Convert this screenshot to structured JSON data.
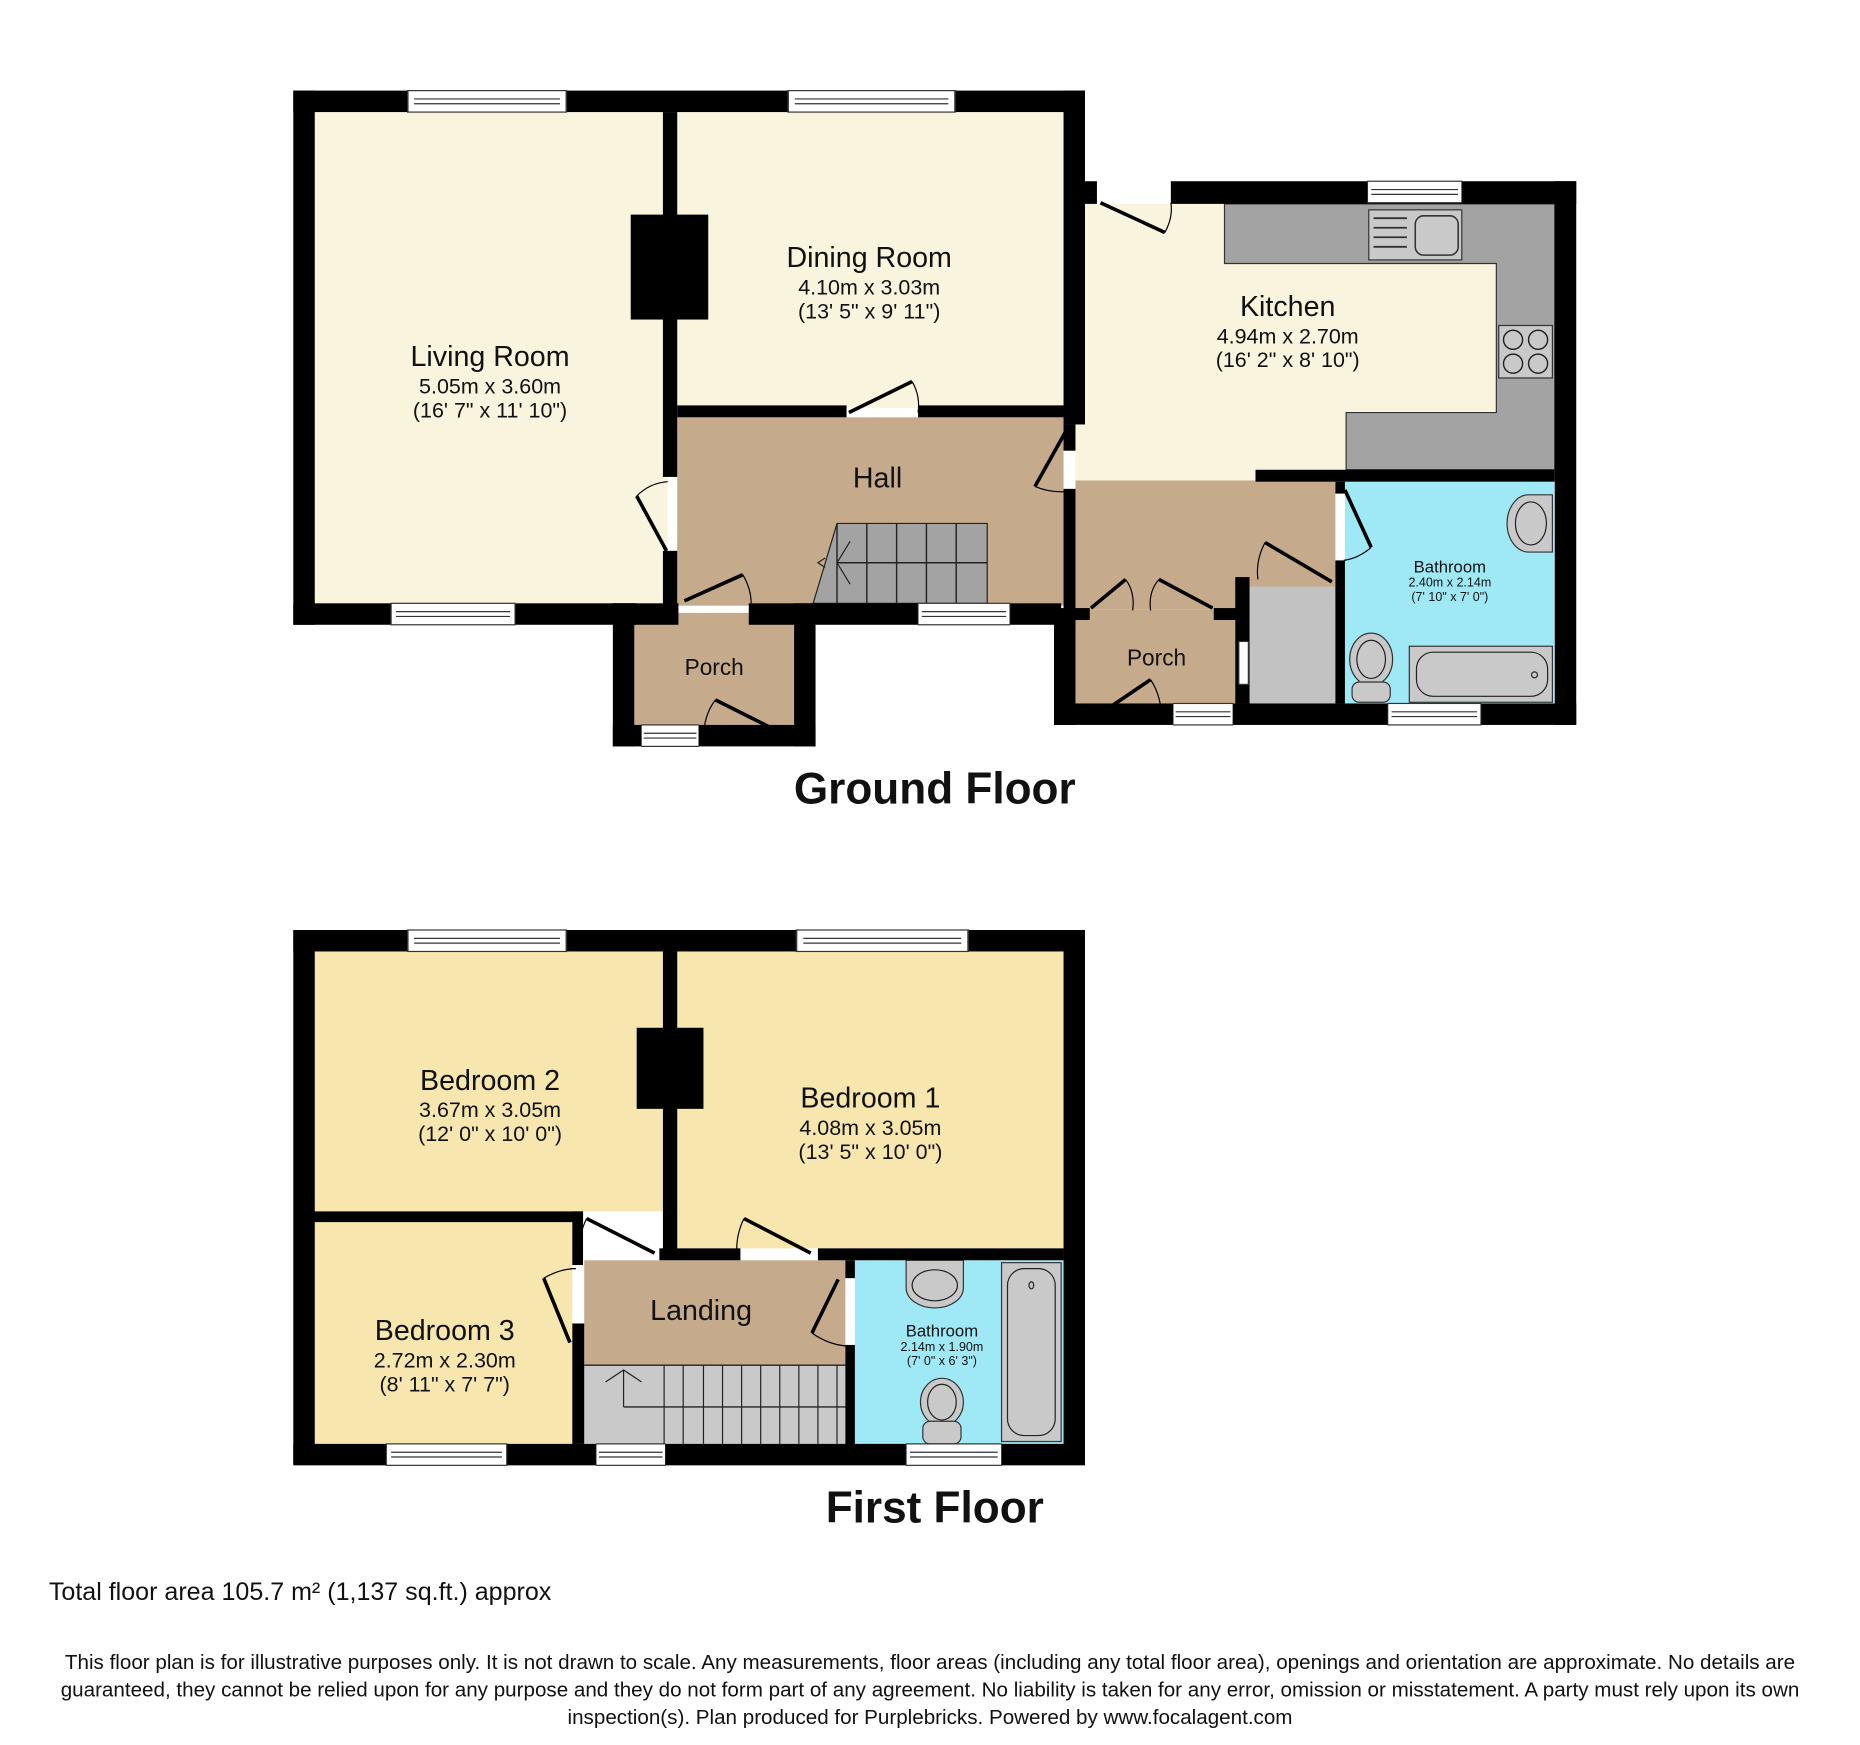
{
  "ground_floor": {
    "title": "Ground Floor",
    "rooms": {
      "living_room": {
        "name": "Living Room",
        "metric": "5.05m x 3.60m",
        "imperial": "(16' 7\" x 11' 10\")"
      },
      "dining_room": {
        "name": "Dining Room",
        "metric": "4.10m x 3.03m",
        "imperial": "(13' 5\" x 9' 11\")"
      },
      "kitchen": {
        "name": "Kitchen",
        "metric": "4.94m x 2.70m",
        "imperial": "(16' 2\" x 8' 10\")"
      },
      "hall": {
        "name": "Hall"
      },
      "porch_front": {
        "name": "Porch"
      },
      "porch_rear": {
        "name": "Porch"
      },
      "bathroom": {
        "name": "Bathroom",
        "metric": "2.40m x 2.14m",
        "imperial": "(7' 10\" x 7' 0\")"
      }
    }
  },
  "first_floor": {
    "title": "First Floor",
    "rooms": {
      "bedroom_2": {
        "name": "Bedroom 2",
        "metric": "3.67m x 3.05m",
        "imperial": "(12' 0\" x 10' 0\")"
      },
      "bedroom_1": {
        "name": "Bedroom 1",
        "metric": "4.08m x 3.05m",
        "imperial": "(13' 5\" x 10' 0\")"
      },
      "bedroom_3": {
        "name": "Bedroom 3",
        "metric": "2.72m x 2.30m",
        "imperial": "(8' 11\" x 7' 7\")"
      },
      "landing": {
        "name": "Landing"
      },
      "bathroom": {
        "name": "Bathroom",
        "metric": "2.14m x 1.90m",
        "imperial": "(7' 0\" x 6' 3\")"
      }
    }
  },
  "footer": {
    "total_area": "Total floor area 105.7 m² (1,137 sq.ft.) approx",
    "disclaimer": "This floor plan is for illustrative purposes only. It is not drawn to scale. Any measurements, floor areas (including any total floor area), openings and orientation are approximate. No details are guaranteed, they cannot be relied upon for any purpose and they do not form part of any agreement. No liability is taken for any error, omission or misstatement. A party must rely upon its own inspection(s). Plan produced for Purplebricks. Powered by www.focalagent.com"
  },
  "colors": {
    "wall": "#000000",
    "living_fill": "#f9f4de",
    "circulation_fill": "#c6aa8c",
    "bedroom_fill": "#f7e6ae",
    "bathroom_fill": "#9fe9f7",
    "worktop_fill": "#a3a3a3",
    "stairs_fill": "#a3a3a3",
    "fixture_fill": "#c9c9c9"
  }
}
